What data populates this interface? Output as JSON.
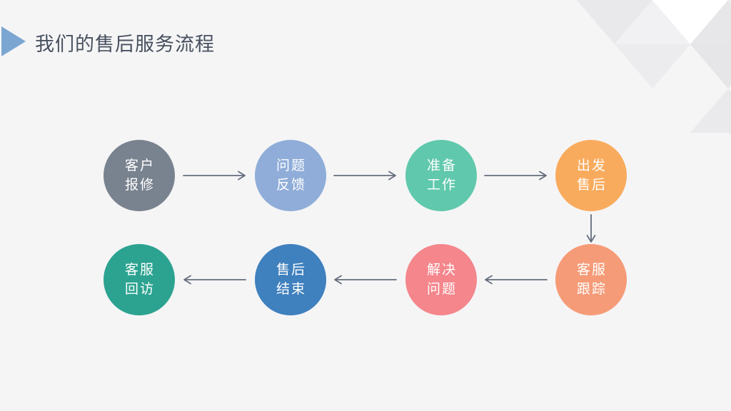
{
  "slide": {
    "title": "我们的售后服务流程",
    "background_color": "#f5f5f6",
    "title_color": "#48515f",
    "title_marker_color": "#7ba6d1",
    "arrow_color": "#646d7c"
  },
  "flow": {
    "steps": [
      {
        "label_line1": "客户",
        "label_line2": "报修",
        "color": "#79828f"
      },
      {
        "label_line1": "问题",
        "label_line2": "反馈",
        "color": "#8fadd8"
      },
      {
        "label_line1": "准备",
        "label_line2": "工作",
        "color": "#60c8ac"
      },
      {
        "label_line1": "出发",
        "label_line2": "售后",
        "color": "#f9ab5d"
      },
      {
        "label_line1": "客服",
        "label_line2": "跟踪",
        "color": "#f69b77"
      },
      {
        "label_line1": "解决",
        "label_line2": "问题",
        "color": "#f4868c"
      },
      {
        "label_line1": "售后",
        "label_line2": "结束",
        "color": "#3f80be"
      },
      {
        "label_line1": "客服",
        "label_line2": "回访",
        "color": "#2ca390"
      }
    ],
    "connections": [
      {
        "from": "客户报修",
        "to": "问题反馈",
        "direction": "right"
      },
      {
        "from": "问题反馈",
        "to": "准备工作",
        "direction": "right"
      },
      {
        "from": "准备工作",
        "to": "出发售后",
        "direction": "right"
      },
      {
        "from": "出发售后",
        "to": "客服跟踪",
        "direction": "down"
      },
      {
        "from": "客服跟踪",
        "to": "解决问题",
        "direction": "left"
      },
      {
        "from": "解决问题",
        "to": "售后结束",
        "direction": "left"
      },
      {
        "from": "售后结束",
        "to": "客服回访",
        "direction": "left"
      }
    ]
  },
  "decor": {
    "corner_triangle_colors": {
      "c1": "#e9e9eb",
      "c2": "#f1f1f3",
      "c3": "#ffffff",
      "c4": "#e7e7e9",
      "c5": "#ededef",
      "c6": "#ececee",
      "c7": "#e6e6e8",
      "c8": "#eaeaec",
      "c9": "#ededef"
    }
  }
}
